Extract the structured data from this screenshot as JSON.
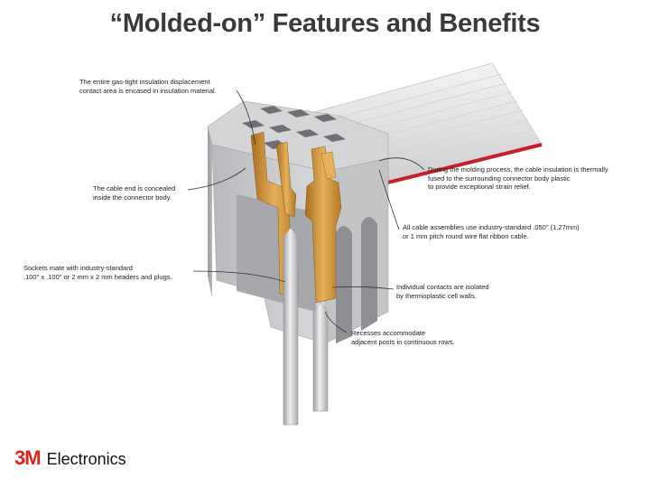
{
  "title": "“Molded-on” Features and Benefits",
  "callouts": {
    "insulation_encased": "The entire gas-tight insulation displacement\ncontact area is encased in insulation material.",
    "cable_end": "The cable end is concealed\ninside the connector body.",
    "sockets": "Sockets mate with industry-standard\n.100\" x .100\" or 2 mm x 2 mm headers and plugs.",
    "molding_process": "During the molding process, the cable insulation is thermally\nfused to the surrounding connector body plastic\nto provide exceptional strain relief.",
    "cable_assemblies": "All cable assemblies use industry-standard .050\" (1.27mm)\nor 1 mm pitch round wire flat ribbon cable.",
    "contacts_isolated": "Individual contacts are isolated\nby thermoplastic cell walls.",
    "recesses": "Recesses accommodate\nadjacent posts in continuous rows."
  },
  "brand": {
    "logo": "3M",
    "name": "Electronics"
  },
  "colors": {
    "title": "#3a3a3a",
    "connector_body": "#c9cacc",
    "contact_gold": "#d39a3a",
    "ribbon_stripe": "#c8202a",
    "logo_red": "#e2231a"
  }
}
